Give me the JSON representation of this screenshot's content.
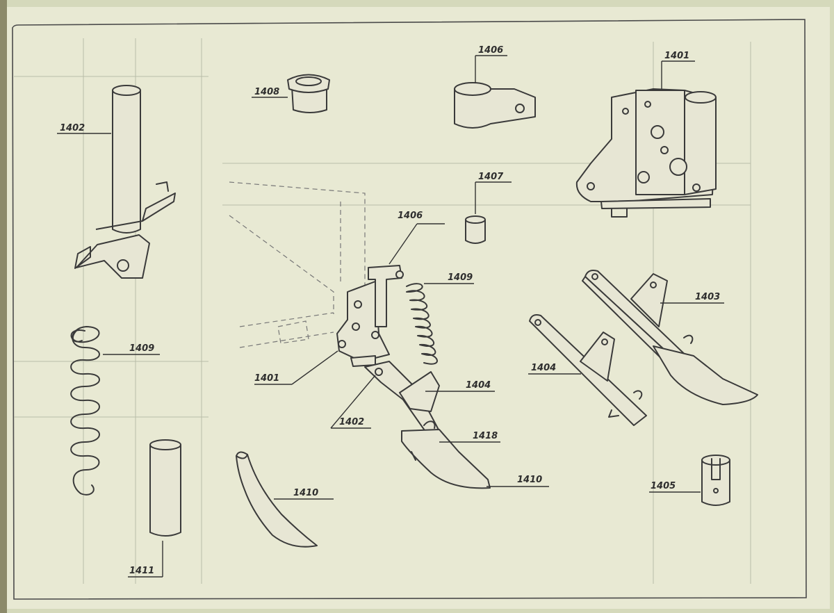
{
  "diagram": {
    "labels": {
      "l1402_top": "1402",
      "l1408": "1408",
      "l1406_top": "1406",
      "l1401_top": "1401",
      "l1407": "1407",
      "l1406_mid": "1406",
      "l1409_mid": "1409",
      "l1403": "1403",
      "l1409_left": "1409",
      "l1401_mid": "1401",
      "l1404_mid": "1404",
      "l1404_right": "1404",
      "l1402_mid": "1402",
      "l1418": "1418",
      "l1410_right": "1410",
      "l1410_left": "1410",
      "l1405": "1405",
      "l1411": "1411"
    },
    "colors": {
      "paper": "#e8e9d3",
      "ink": "#3a3a3a",
      "border": "#4a4a4a"
    }
  }
}
